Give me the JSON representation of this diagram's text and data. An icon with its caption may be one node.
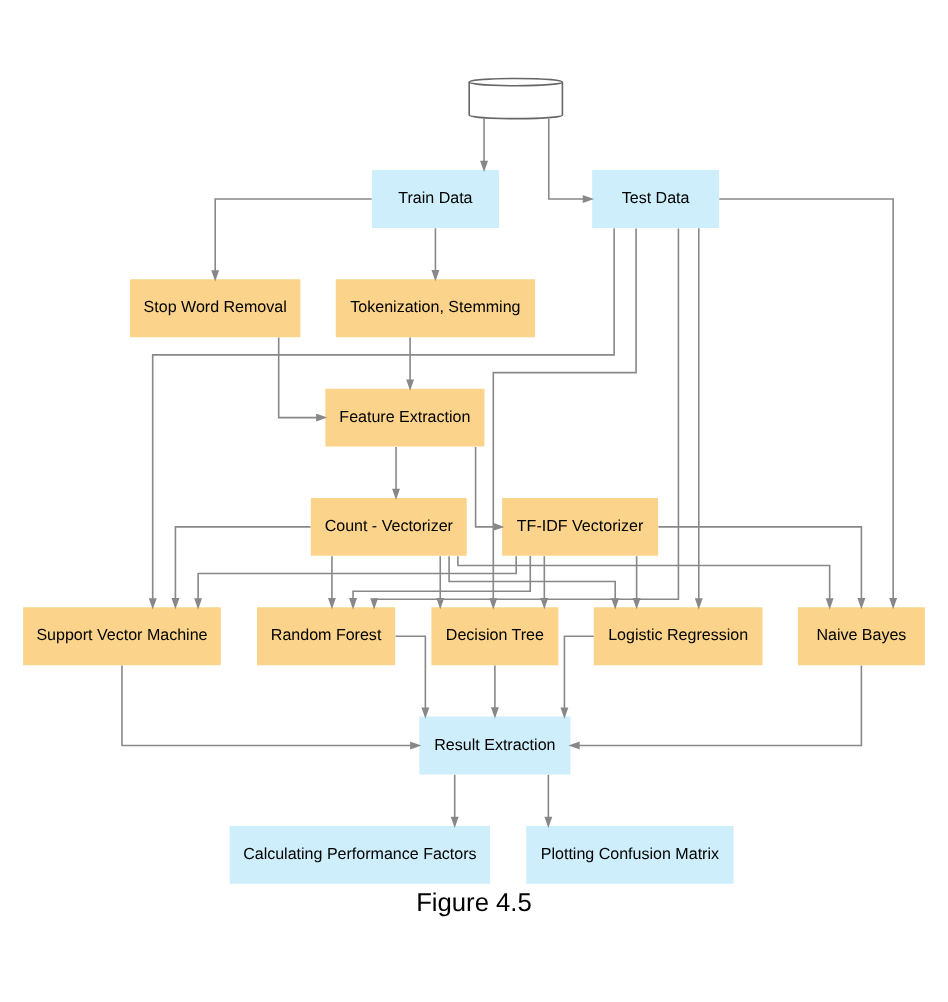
{
  "diagram": {
    "caption": "Figure 4.5",
    "nodes": [
      {
        "text": [],
        "shape": "cylinder"
      },
      {
        "text": [
          "Train Data"
        ]
      },
      {
        "text": [
          "Test Data"
        ]
      },
      {
        "text": [
          "Tokenization, Stemming"
        ]
      },
      {
        "text": [
          "Stop Word Removal"
        ]
      },
      {
        "text": [
          "Feature Extraction"
        ]
      },
      {
        "text": [
          "Count - Vectorizer"
        ]
      },
      {
        "text": [
          "TF-IDF Vectorizer"
        ]
      },
      {
        "text": [
          "Naive Bayes"
        ]
      },
      {
        "text": [
          "Support Vector Machine"
        ]
      },
      {
        "text": [
          "Random Forest"
        ]
      },
      {
        "text": [
          "Decision Tree"
        ]
      },
      {
        "text": [
          "Logistic Regression"
        ]
      },
      {
        "text": [
          "Result Extraction"
        ]
      },
      {
        "text": [
          "Calculating Performance Factors"
        ]
      },
      {
        "text": [
          "Plotting Confusion Matrix"
        ]
      }
    ],
    "edges": [
      {
        "from": 0,
        "to": 1,
        "arrow": "to"
      },
      {
        "from": 0,
        "to": 2,
        "arrow": "to"
      },
      {
        "from": 1,
        "to": 3,
        "arrow": "to"
      },
      {
        "from": 1,
        "to": 4,
        "arrow": "to"
      },
      {
        "from": 3,
        "to": 5,
        "arrow": "to"
      },
      {
        "from": 4,
        "to": 5,
        "arrow": "to"
      },
      {
        "from": 5,
        "to": 6,
        "arrow": "to"
      },
      {
        "from": 5,
        "to": 7,
        "arrow": "to"
      },
      {
        "from": 6,
        "to": 8,
        "arrow": "to"
      },
      {
        "from": 6,
        "to": 9,
        "arrow": "to"
      },
      {
        "from": 6,
        "to": 10,
        "arrow": "to"
      },
      {
        "from": 6,
        "to": 11,
        "arrow": "to"
      },
      {
        "from": 6,
        "to": 12,
        "arrow": "to"
      },
      {
        "from": 7,
        "to": 8,
        "arrow": "to"
      },
      {
        "from": 7,
        "to": 9,
        "arrow": "to"
      },
      {
        "from": 7,
        "to": 10,
        "arrow": "to"
      },
      {
        "from": 7,
        "to": 11,
        "arrow": "to"
      },
      {
        "from": 7,
        "to": 12,
        "arrow": "to"
      },
      {
        "from": 2,
        "to": 8,
        "arrow": "to"
      },
      {
        "from": 2,
        "to": 9,
        "arrow": "to"
      },
      {
        "from": 2,
        "to": 10,
        "arrow": "to"
      },
      {
        "from": 2,
        "to": 11,
        "arrow": "to"
      },
      {
        "from": 2,
        "to": 12,
        "arrow": "to"
      },
      {
        "from": 8,
        "to": 13,
        "arrow": "to"
      },
      {
        "from": 9,
        "to": 13,
        "arrow": "to"
      },
      {
        "from": 10,
        "to": 13,
        "arrow": "to"
      },
      {
        "from": 11,
        "to": 13,
        "arrow": "to"
      },
      {
        "from": 12,
        "to": 13,
        "arrow": "to"
      },
      {
        "from": 13,
        "to": 14,
        "arrow": "to"
      },
      {
        "from": 13,
        "to": 15,
        "arrow": "to"
      }
    ]
  }
}
